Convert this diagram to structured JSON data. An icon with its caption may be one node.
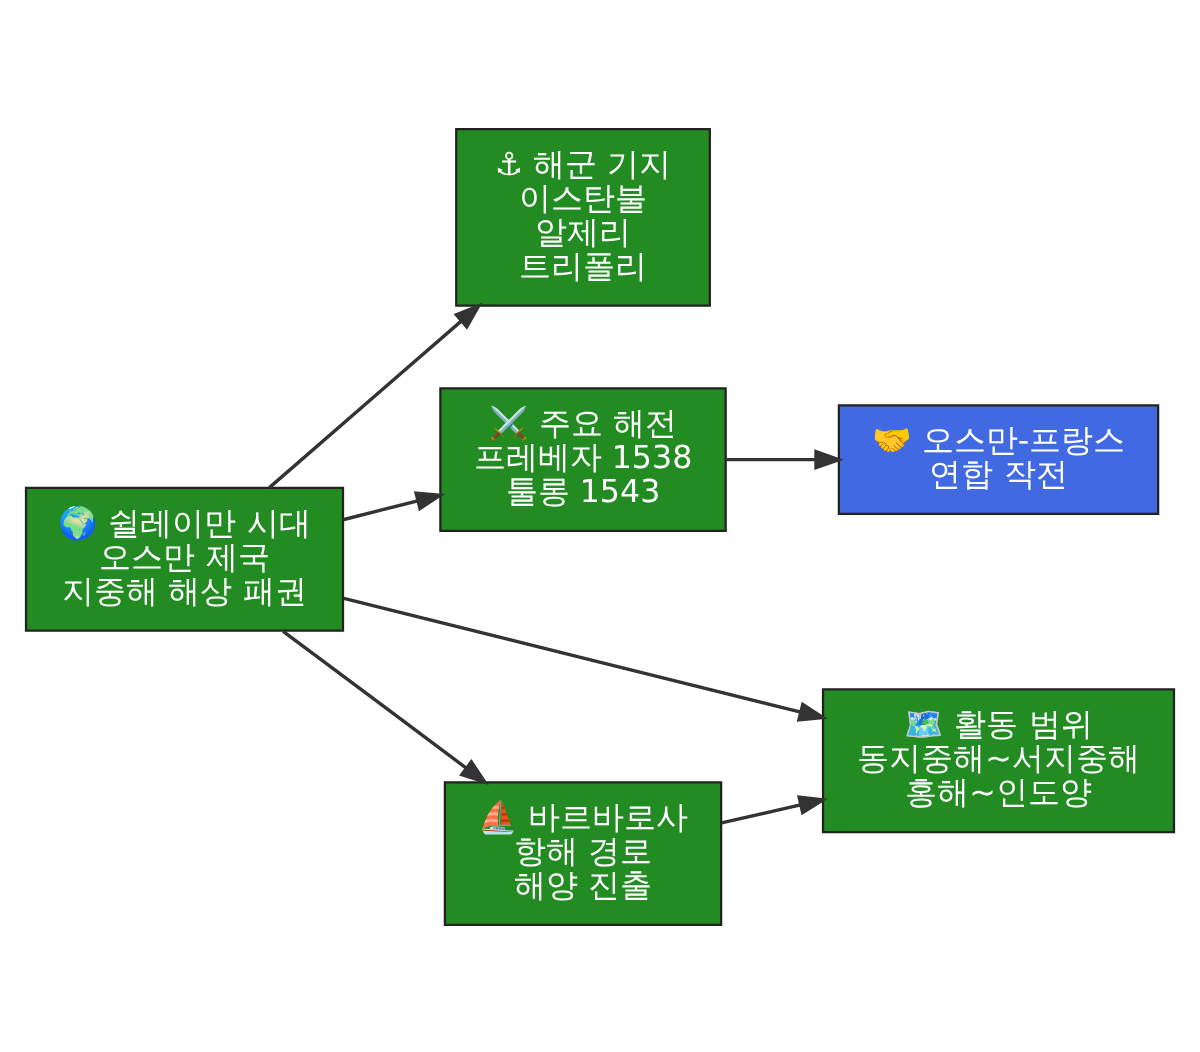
{
  "diagram": {
    "nodes": [
      {
        "text": [
          "🌍 쉴레이만 시대",
          "오스만 제국",
          "지중해 해상 패권"
        ]
      },
      {
        "text": [
          "⚓ 해군 기지",
          "이스탄불",
          "알제리",
          "트리폴리"
        ]
      },
      {
        "text": [
          "⚔️ 주요 해전",
          "프레베자 1538",
          "툴롱 1543"
        ]
      },
      {
        "text": [
          "🤝 오스만-프랑스",
          "연합 작전"
        ]
      },
      {
        "text": [
          "🗺️ 활동 범위",
          "동지중해~서지중해",
          "홍해~인도양"
        ]
      },
      {
        "text": [
          "⛵ 바르바로사",
          "항해 경로",
          "해양 진출"
        ]
      }
    ],
    "edges": [
      {
        "from": 0,
        "to": 1,
        "arrow": "to"
      },
      {
        "from": 0,
        "to": 2,
        "arrow": "to"
      },
      {
        "from": 2,
        "to": 3,
        "arrow": "to"
      },
      {
        "from": 0,
        "to": 4,
        "arrow": "to"
      },
      {
        "from": 0,
        "to": 5,
        "arrow": "to"
      },
      {
        "from": 5,
        "to": 4,
        "arrow": "to"
      }
    ]
  }
}
